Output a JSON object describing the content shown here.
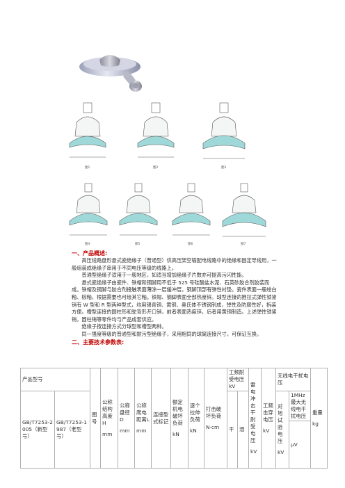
{
  "section1": {
    "heading": "一、产品概述:",
    "paragraphs": [
      "高压线路盘形悬式瓷绝缘子（普通型）供高压架空输配电线路中的绝缘和固定导线用，一般组装成绝缘子串用于不同电压等级的线路上。",
      "普通型绝缘子适用于一般地区，如适当增加绝缘子片数亦可提高污闪性能。",
      "悬式瓷绝缘子由瓷件、铁帽和钢脚用不低于 525 号硅酸盐水泥、石英砂胶合剂胶装而成。铁帽及钢脚与胶合剂接触表面薄涂一层缓冲层，钢脚顶部有弹性衬垫。瓷件表面一般绘白釉、棕釉，根据需要也可绘其它釉。铁帽、钢脚表面全部热度锌。球型连接的推拉式弹性锁紧销有 W 型和 R 型两种型式，均用锡青铜、黄铜、奥氏体不锈钢制成，弹性及防腐性好，拆装方便。槽型连接的圆柱形和驼背形开口销，前者表面热度锌，后者用黄铜制造。上述弹性锁紧销，圆柱销等零件均与产品成套供应。",
      "绝缘子按连接方式分球型和槽型两种。",
      "同一强度等级的普通型和耐污型绝缘子，采用相同的球窝连接尺寸，可保证互换。"
    ]
  },
  "section2": {
    "heading": "二、主要技术参数表:"
  },
  "figure_labels": [
    "图1",
    "图2",
    "图3",
    "图4",
    "图5",
    "图6",
    "图7"
  ],
  "table": {
    "product_model": "产品型号",
    "col_new": "GB/T7253-2005（新型号）",
    "col_old": "GB/T7253-1987（老型号）",
    "fig_no": "图号",
    "height": "公称结构高度H",
    "height_unit": "mm",
    "diameter": "公称盘径D",
    "diameter_unit": "mm",
    "creepage": "公称爬电距离L",
    "creepage_unit": "mm",
    "connection": "连接型式标记",
    "mech_load": "额定机电破坏负荷",
    "mech_load_unit": "kN",
    "tensile": "逐个拉伸负荷",
    "tensile_unit": "kN",
    "impact": "打击破坏负荷",
    "impact_unit": "N·cm",
    "pf_withstand": "工频耐受电压 kV",
    "dry": "干",
    "wet": "湿",
    "lightning": "雷电冲击干耐受电压",
    "lightning_unit": "kV",
    "pf_puncture": "工频击穿电压",
    "pf_puncture_unit": "kV",
    "riv": "无线电干扰电压",
    "riv_ground": "对地试验电压",
    "riv_ground_unit": "kV",
    "riv_max": "1MHz最大无线电干扰电压",
    "riv_max_unit": "μV",
    "weight": "重量",
    "weight_unit": "kg"
  }
}
